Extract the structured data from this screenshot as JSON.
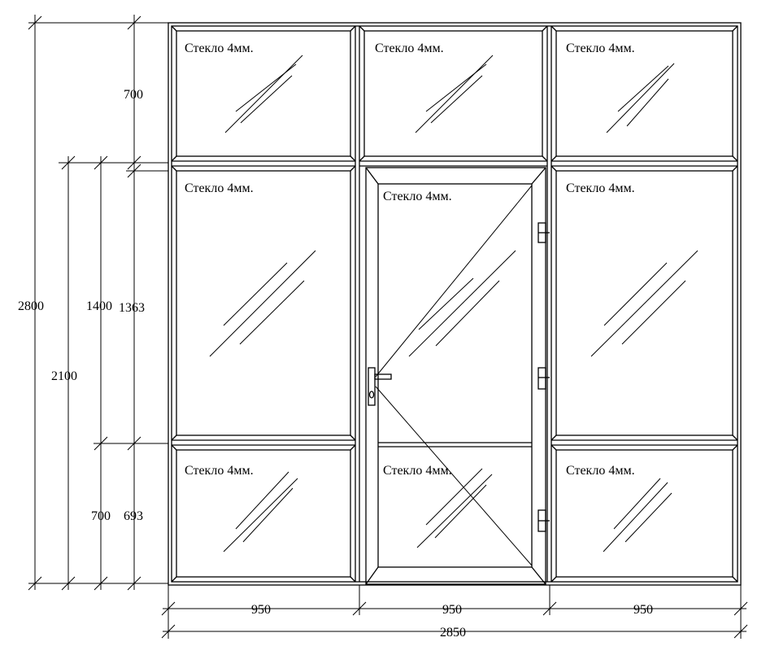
{
  "glass_label": "Стекло 4мм.",
  "dimensions": {
    "total_height": "2800",
    "door_height": "2100",
    "middle_panel_height": "1400",
    "middle_panel_glass": "1363",
    "top_panel_height": "700",
    "bottom_panel_height": "700",
    "bottom_panel_glass": "693",
    "left_section_width": "950",
    "center_section_width": "950",
    "right_section_width": "950",
    "total_width": "2850"
  },
  "colors": {
    "line": "#000000",
    "background": "#ffffff"
  }
}
